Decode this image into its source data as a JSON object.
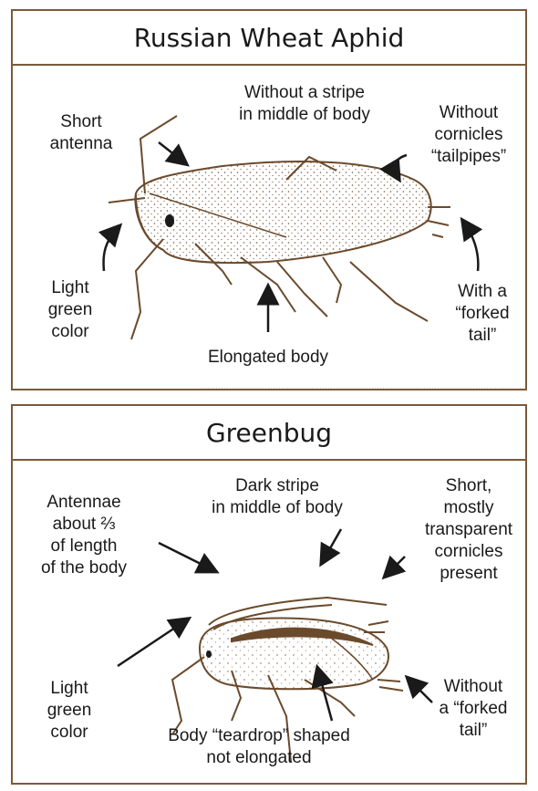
{
  "colors": {
    "frame": "#7a5a3a",
    "ink": "#1a1a1a",
    "insect_outline": "#6b4a2c",
    "insect_fill": "#f6efe2"
  },
  "panels": [
    {
      "title": "Russian Wheat Aphid",
      "labels": {
        "stripe_line1": "Without a stripe",
        "stripe_line2": "in middle of body",
        "antenna_line1": "Short",
        "antenna_line2": "antenna",
        "cornicles_line1": "Without",
        "cornicles_line2": "cornicles",
        "cornicles_line3": "“tailpipes”",
        "color_line1": "Light",
        "color_line2": "green",
        "color_line3": "color",
        "tail_line1": "With a",
        "tail_line2": "“forked",
        "tail_line3": "tail”",
        "body": "Elongated body"
      }
    },
    {
      "title": "Greenbug",
      "labels": {
        "stripe_line1": "Dark stripe",
        "stripe_line2": "in middle of body",
        "antennae_line1": "Antennae",
        "antennae_line2": "about ⅔",
        "antennae_line3": "of length",
        "antennae_line4": "of the body",
        "cornicles_line1": "Short,",
        "cornicles_line2": "mostly",
        "cornicles_line3": "transparent",
        "cornicles_line4": "cornicles",
        "cornicles_line5": "present",
        "color_line1": "Light",
        "color_line2": "green",
        "color_line3": "color",
        "tail_line1": "Without",
        "tail_line2": "a “forked",
        "tail_line3": "tail”",
        "body_line1": "Body “teardrop” shaped",
        "body_line2": "not elongated"
      }
    }
  ]
}
